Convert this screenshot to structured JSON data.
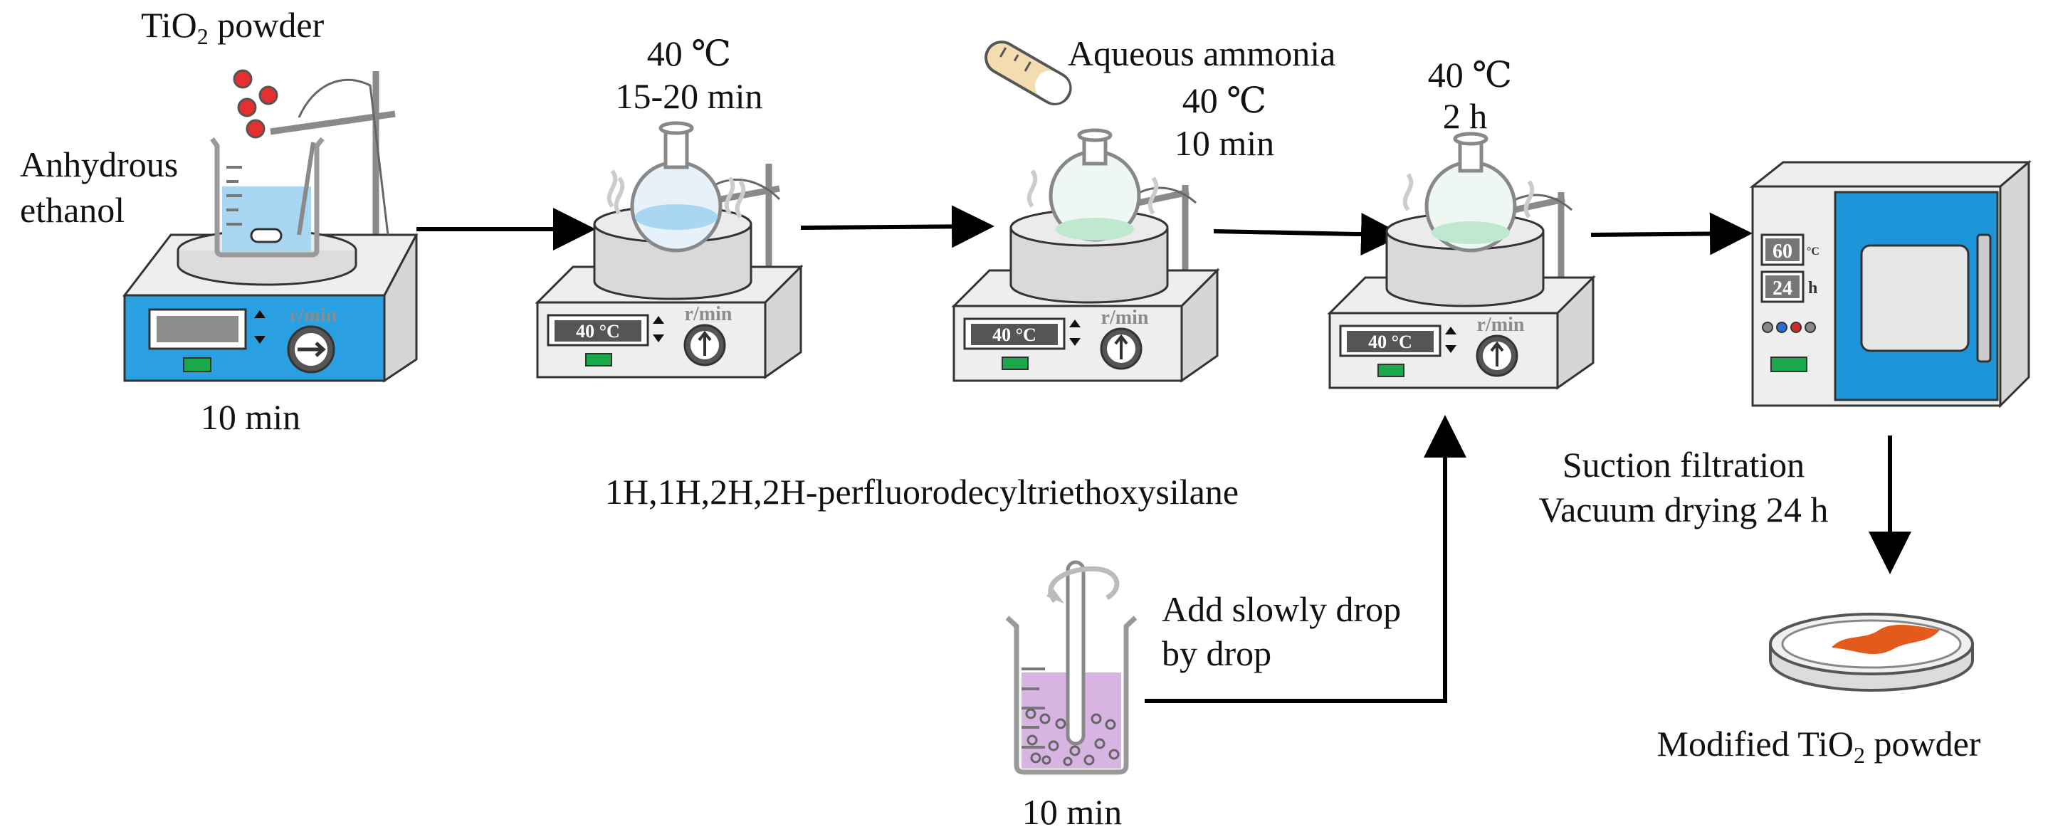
{
  "labels": {
    "tio2_powder": "TiO",
    "tio2_sub": "2",
    "tio2_powder_suffix": " powder",
    "anhydrous": "Anhydrous",
    "ethanol": "ethanol",
    "step1_time": "10 min",
    "step2_temp": "40 ℃",
    "step2_time": "15-20 min",
    "aqueous_ammonia": "Aqueous  ammonia",
    "step3_temp": "40 ℃",
    "step3_time": "10 min",
    "step4_temp": "40 ℃",
    "step4_time": "2 h",
    "silane": "1H,1H,2H,2H-perfluorodecyltriethoxysilane",
    "add_line1": "Add slowly drop",
    "add_line2": "by drop",
    "beaker_time": "10 min",
    "suction": "Suction filtration",
    "vacuum": "Vacuum drying 24 h",
    "modified_prefix": "Modified TiO",
    "modified_sub": "2",
    "modified_suffix": " powder"
  },
  "devices": {
    "stirrer_unit": "r/min",
    "hotplate_display": "40 °C",
    "oven_temp": "60",
    "oven_temp_unit": "°C",
    "oven_time": "24",
    "oven_time_unit": "h"
  },
  "colors": {
    "stirrer_blue": "#2aa0e0",
    "green_button": "#19a84a",
    "solution_blue": "#a9d6f0",
    "solution_green": "#bfe8cf",
    "solution_purple": "#d8b4e2",
    "tio2_red": "#e53030",
    "product_orange": "#e25a1c",
    "oven_blue": "#1e95d8"
  }
}
